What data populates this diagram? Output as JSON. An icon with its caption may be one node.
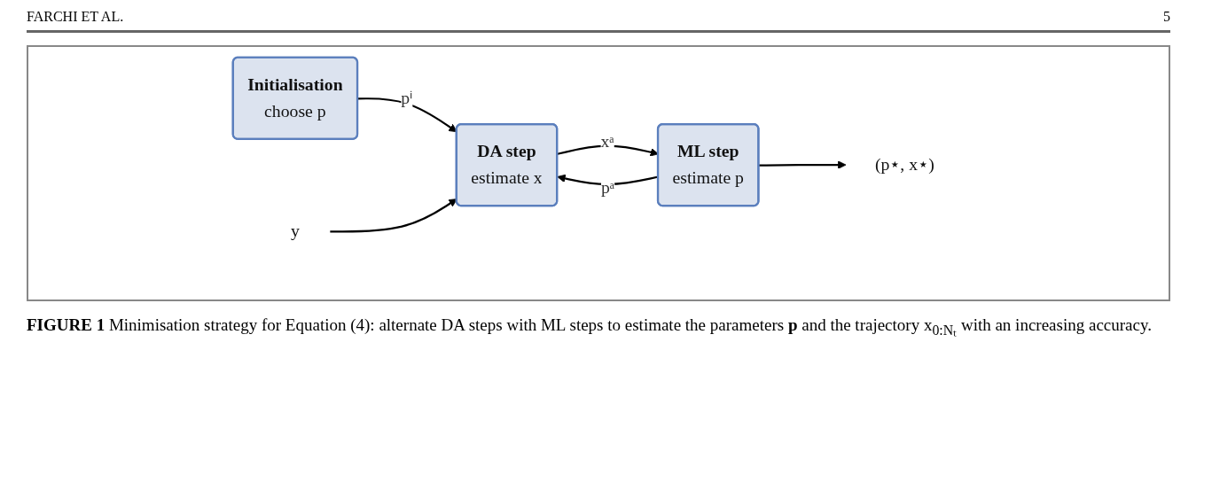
{
  "diagram": {
    "caption": "**FIGURE 1** Minimisation strategy for Equation (4): alternate DA steps with ML steps to estimate the parameters **p** and the trajectory x$_{0:Nₜ}$ with an increasing accuracy.",
    "nodes": [
      {
        "text": [
          "Initialisation",
          "choose p"
        ]
      },
      {
        "text": [
          "DA step",
          "estimate x"
        ]
      },
      {
        "text": [
          "ML step",
          "estimate p"
        ]
      },
      {
        "text": [
          "(p⋆, x⋆)"
        ]
      },
      {
        "text": [
          "y"
        ]
      }
    ],
    "edges": [
      {
        "from": 0,
        "to": 1,
        "arrow": "to",
        "label": "pⁱ"
      },
      {
        "from": 1,
        "to": 2,
        "arrow": "to",
        "label": "xᵃ"
      },
      {
        "from": 2,
        "to": 3,
        "arrow": "to"
      },
      {
        "from": 2,
        "to": 1,
        "arrow": "to",
        "label": "pᵃ"
      },
      {
        "from": 4,
        "to": 1,
        "arrow": "to"
      }
    ],
    "labels": [
      "FARCHI ET AL.",
      "5"
    ]
  }
}
